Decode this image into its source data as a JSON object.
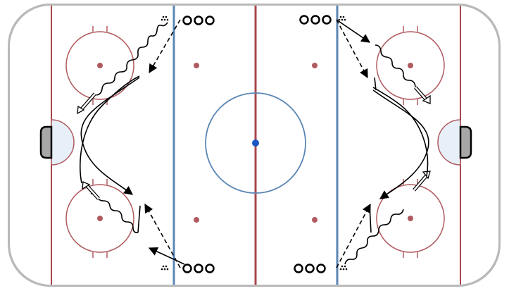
{
  "diagram": {
    "type": "hockey-drill",
    "rink": {
      "board_color": "#b9b9b9",
      "ice_color": "#ffffff",
      "red_line_color": "#a8474b",
      "blue_line_color": "#5b86b5",
      "circle_color": "#b05a5f",
      "crease_color": "#e7f0f8",
      "net_color": "#a7a7a7",
      "center_dot_color": "#1a56c2"
    },
    "drill": {
      "player_symbol": "o",
      "puck_symbol": "pile-of-pucks",
      "pass_style": "dashed",
      "skate_style": "solid",
      "stickhandle_style": "wavy",
      "shot_style": "double-arrow",
      "groups": [
        {
          "name": "top-left",
          "players": 3
        },
        {
          "name": "bottom-left",
          "players": 3
        },
        {
          "name": "top-right",
          "players": 3
        },
        {
          "name": "bottom-right",
          "players": 3
        }
      ]
    }
  }
}
